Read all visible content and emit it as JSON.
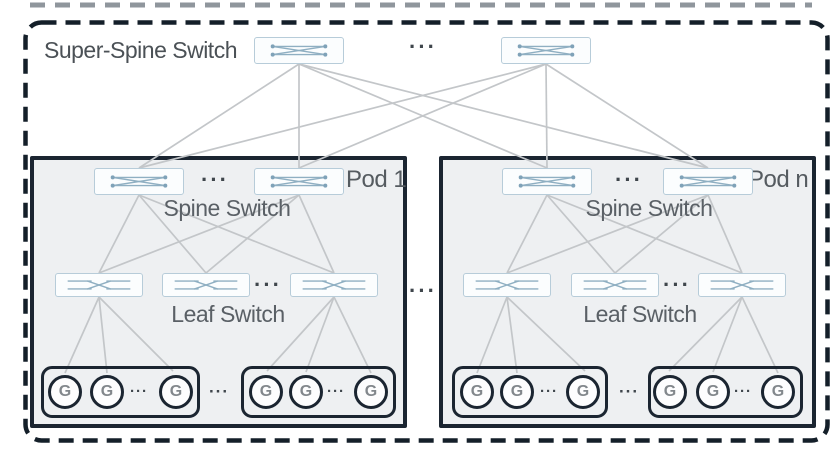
{
  "labels": {
    "super_spine": "Super-Spine Switch",
    "spine": "Spine Switch",
    "leaf": "Leaf Switch",
    "pod1": "Pod 1",
    "podn": "Pod n",
    "gpu": "G",
    "ellipsis": "···"
  },
  "colors": {
    "canvas-bg": "#ffffff",
    "outer-border": "#141f29",
    "pod-bg": "#eef0f2",
    "pod-border": "#1b2531",
    "switch-fill": "#fbfdfe",
    "switch-border": "#b7ccd9",
    "switch-glyph": "#8fafc2",
    "link-line": "#c3c6c9",
    "label-text": "#4b5156",
    "gpu-border": "#1b2531",
    "gpu-text": "#82878c"
  }
}
